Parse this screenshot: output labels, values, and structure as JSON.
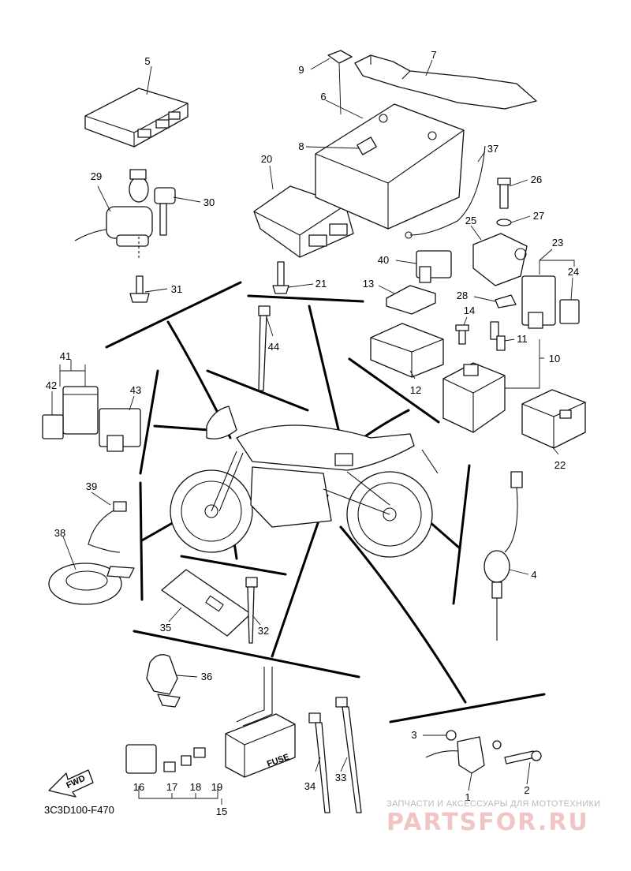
{
  "diagram": {
    "code": "3C3D100-F470",
    "watermark_line1": "ЗАПЧАСТИ И АКСЕССУАРЫ ДЛЯ МОТОТЕХНИКИ",
    "watermark_line2": "PARTSFOR.RU",
    "fwd_label": "FWD",
    "fuse_label": "FUSE"
  },
  "callouts": [
    "1",
    "2",
    "3",
    "4",
    "5",
    "6",
    "7",
    "8",
    "9",
    "10",
    "11",
    "12",
    "13",
    "14",
    "15",
    "16",
    "17",
    "18",
    "19",
    "20",
    "21",
    "22",
    "23",
    "24",
    "25",
    "26",
    "27",
    "28",
    "29",
    "30",
    "31",
    "32",
    "33",
    "34",
    "35",
    "36",
    "37",
    "38",
    "39",
    "40",
    "41",
    "42",
    "43",
    "44"
  ]
}
